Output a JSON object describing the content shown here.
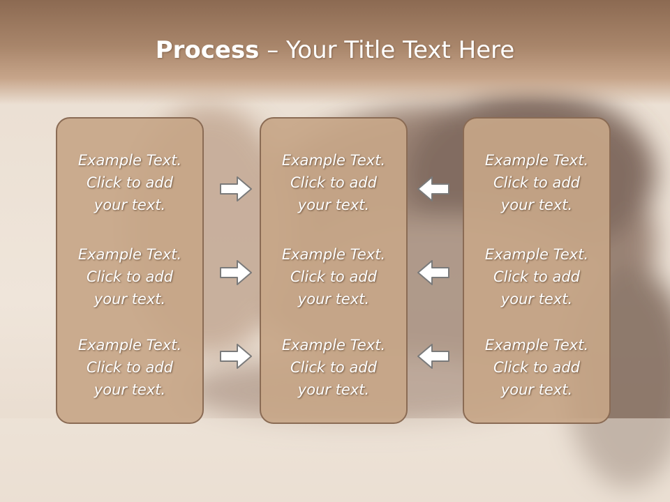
{
  "title": {
    "bold": "Process",
    "rest": " – Your Title Text Here"
  },
  "columns": [
    {
      "items": [
        {
          "line1": "Example Text.",
          "line2": "Click  to add",
          "line3": "your text."
        },
        {
          "line1": "Example Text.",
          "line2": "Click  to add",
          "line3": "your text."
        },
        {
          "line1": "Example Text.",
          "line2": "Click  to add",
          "line3": "your text."
        }
      ]
    },
    {
      "items": [
        {
          "line1": "Example Text.",
          "line2": "Click  to add",
          "line3": "your text."
        },
        {
          "line1": "Example Text.",
          "line2": "Click  to add",
          "line3": "your text."
        },
        {
          "line1": "Example Text.",
          "line2": "Click  to add",
          "line3": "your text."
        }
      ]
    },
    {
      "items": [
        {
          "line1": "Example Text.",
          "line2": "Click  to add",
          "line3": "your text."
        },
        {
          "line1": "Example Text.",
          "line2": "Click  to add",
          "line3": "your text."
        },
        {
          "line1": "Example Text.",
          "line2": "Click  to add",
          "line3": "your text."
        }
      ]
    }
  ],
  "arrows": {
    "left_group": [
      "arrow-right-icon",
      "arrow-right-icon",
      "arrow-right-icon"
    ],
    "right_group": [
      "arrow-left-icon",
      "arrow-left-icon",
      "arrow-left-icon"
    ]
  },
  "colors": {
    "title_band": "#a9866b",
    "box_fill": "#c7a688",
    "box_border": "#8a6b54",
    "text": "#ffffff",
    "arrow_fill": "#ffffff",
    "arrow_stroke": "#7a7a7a"
  }
}
